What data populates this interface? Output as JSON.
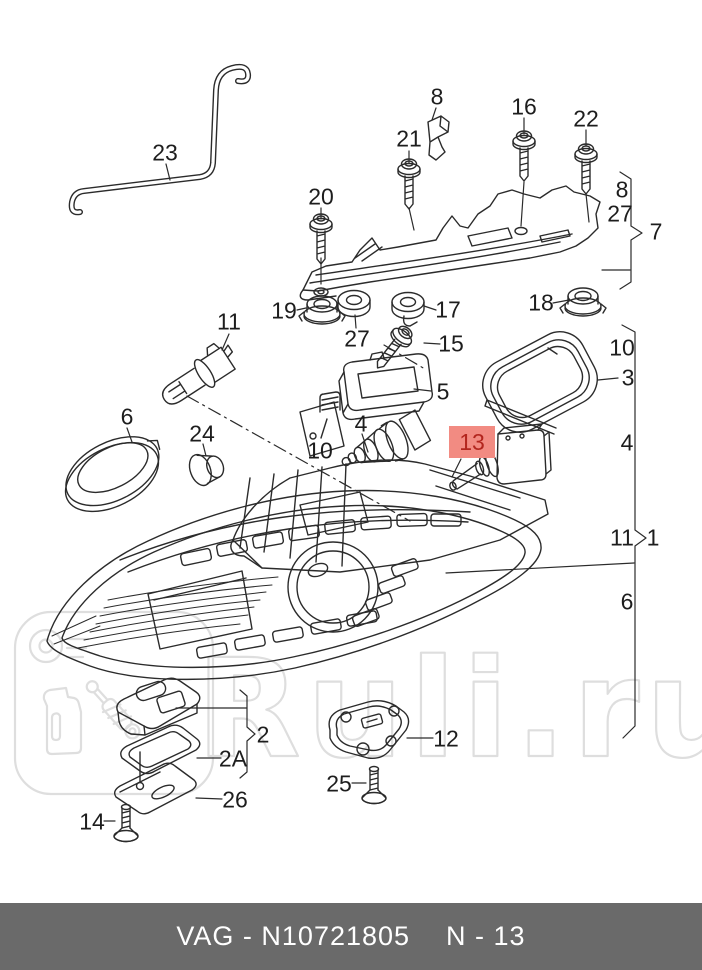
{
  "theme": {
    "line_color": "#2b2b2b",
    "watermark_color": "#dedede",
    "highlight_bg": "#f28b82",
    "highlight_text": "#b3261e",
    "footer_bg": "#6a6a6a",
    "footer_text": "#ffffff"
  },
  "watermark": {
    "text": "Ruli.ru"
  },
  "footer": {
    "part_number": "VAG - N10721805",
    "page_code": "N - 13"
  },
  "callouts": [
    {
      "id": "c23",
      "label": "23"
    },
    {
      "id": "c20",
      "label": "20"
    },
    {
      "id": "c8top",
      "label": "8"
    },
    {
      "id": "c21",
      "label": "21"
    },
    {
      "id": "c16",
      "label": "16"
    },
    {
      "id": "c22",
      "label": "22"
    },
    {
      "id": "c8right",
      "label": "8"
    },
    {
      "id": "c27right",
      "label": "27"
    },
    {
      "id": "c7",
      "label": "7"
    },
    {
      "id": "c19",
      "label": "19"
    },
    {
      "id": "c27mid",
      "label": "27"
    },
    {
      "id": "c17",
      "label": "17"
    },
    {
      "id": "c18",
      "label": "18"
    },
    {
      "id": "c15",
      "label": "15"
    },
    {
      "id": "c5",
      "label": "5"
    },
    {
      "id": "c11",
      "label": "11"
    },
    {
      "id": "c24",
      "label": "24"
    },
    {
      "id": "c10mid",
      "label": "10"
    },
    {
      "id": "c4mid",
      "label": "4"
    },
    {
      "id": "c13",
      "label": "13",
      "highlighted": true
    },
    {
      "id": "c10right",
      "label": "10"
    },
    {
      "id": "c3",
      "label": "3"
    },
    {
      "id": "c4right",
      "label": "4"
    },
    {
      "id": "c11right",
      "label": "11"
    },
    {
      "id": "c1",
      "label": "1"
    },
    {
      "id": "c6right",
      "label": "6"
    },
    {
      "id": "c6left",
      "label": "6"
    },
    {
      "id": "c2",
      "label": "2"
    },
    {
      "id": "c2A",
      "label": "2A"
    },
    {
      "id": "c26",
      "label": "26"
    },
    {
      "id": "c14",
      "label": "14"
    },
    {
      "id": "c12",
      "label": "12"
    },
    {
      "id": "c25",
      "label": "25"
    }
  ]
}
